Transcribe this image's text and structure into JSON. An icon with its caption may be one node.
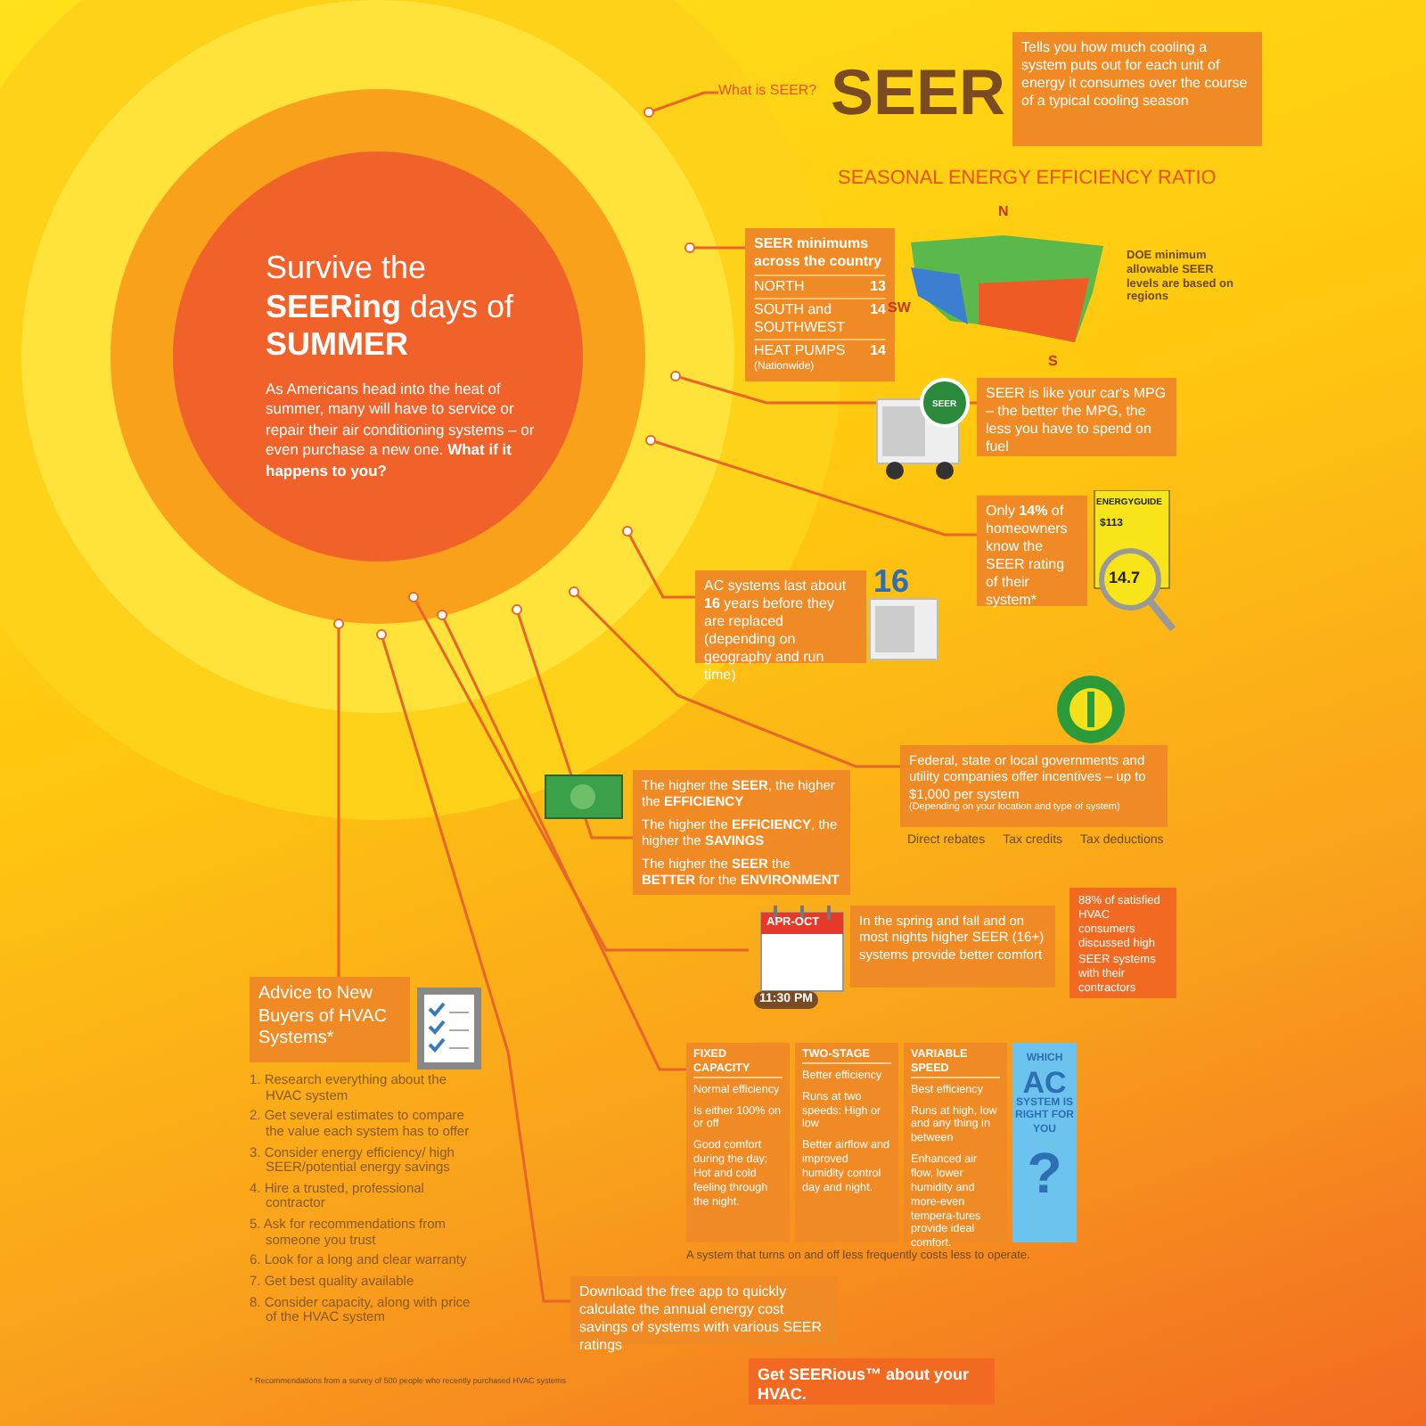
{
  "diagram": {
    "nodes": [
      {
        "text": [
          "Survive the **SEERing** days of **SUMMER**",
          "As Americans head into the heat of summer, many will have to service or repair their air conditioning systems – or even purchase a new one. **What if it happens to you?**"
        ]
      },
      {
        "text": [
          "What is SEER?"
        ]
      },
      {
        "text": [
          "Tells you how much cooling a system puts out for each unit of energy it consumes over the course of a typical cooling season"
        ]
      },
      {
        "text": [
          "SEER minimums across the country",
          "NORTH",
          "13",
          "SOUTH and SOUTHWEST",
          "14",
          "HEAT PUMPS",
          "14",
          "(Nationwide)"
        ]
      },
      {
        "text": [
          "SEER is like your car's MPG – the better the MPG, the less you have to spend on fuel"
        ]
      },
      {
        "text": [
          "Only **14%** of homeowners know the SEER rating of their system*"
        ]
      },
      {
        "text": [
          "AC systems last about **16** years before they are replaced (depending on geography and run time)"
        ]
      },
      {
        "text": [
          "Federal, state or local governments and utility companies offer incentives – up to $1,000 per system",
          "(Depending on your location and type of system)"
        ],
        "beside": [
          "Direct rebates",
          "Tax credits",
          "Tax deductions"
        ]
      },
      {
        "text": [
          "The higher the **SEER**, the higher the **EFFICIENCY**",
          "The higher the **EFFICIENCY**, the higher the **SAVINGS**",
          "The higher the **SEER** the **BETTER** for the **ENVIRONMENT**"
        ]
      },
      {
        "text": [
          "In the spring and fall and on most nights higher SEER (16+) systems provide better comfort"
        ]
      },
      {
        "text": [
          "88% of satisfied HVAC consumers discussed high SEER systems with their contractors"
        ]
      },
      {
        "text": [
          "FIXED CAPACITY",
          "Normal efficiency",
          "Is either 100% on or off",
          "Good comfort during the day; Hot and cold feeling through the night."
        ]
      },
      {
        "text": [
          "TWO-STAGE",
          "Better efficiency",
          "Runs at two speeds: High or low",
          "Better airflow and improved humidity control day and night."
        ]
      },
      {
        "text": [
          "VARIABLE SPEED",
          "Best efficiency",
          "Runs at high, low and any thing in between",
          "Enhanced air flow, lower humidity and more-even tempera-tures provide ideal comfort."
        ]
      },
      {
        "text": [
          "WHICH",
          "AC",
          "SYSTEM IS RIGHT FOR YOU",
          "?"
        ]
      },
      {
        "text": [
          "Advice to New Buyers of HVAC Systems*"
        ]
      },
      {
        "text": [
          "Download the free app to quickly calculate the annual energy cost savings of systems with various SEER ratings"
        ]
      },
      {
        "text": [
          "Get SEERious™ about your HVAC."
        ]
      }
    ],
    "edges": [
      {
        "from": null,
        "to": 1,
        "arrow": "other"
      },
      {
        "from": null,
        "to": 3,
        "arrow": "other"
      },
      {
        "from": null,
        "to": 4,
        "arrow": "other"
      },
      {
        "from": null,
        "to": 5,
        "arrow": "other"
      },
      {
        "from": null,
        "to": 6,
        "arrow": "other"
      },
      {
        "from": null,
        "to": 7,
        "arrow": "other"
      },
      {
        "from": null,
        "to": 8,
        "arrow": "other"
      },
      {
        "from": null,
        "to": 9,
        "arrow": "other"
      },
      {
        "from": null,
        "to": 11,
        "arrow": "other"
      },
      {
        "from": null,
        "to": 15,
        "arrow": "other"
      },
      {
        "from": null,
        "to": 16,
        "arrow": "other"
      }
    ],
    "labels": [
      "SEER",
      "SEASONAL ENERGY EFFICIENCY RATIO",
      "N",
      "SW",
      "S",
      "DOE minimum allowable SEER levels are based on regions",
      "SEER",
      "ENERGYGUIDE",
      "$113",
      "14.7",
      "16",
      "APR-OCT",
      "11:30 PM",
      "A system that turns on and off less frequently costs less to operate.",
      "1. Research everything about the HVAC system",
      "2. Get several estimates to compare the value each system has to offer",
      "3. Consider energy efficiency/ high SEER/potential energy savings",
      "4. Hire a trusted, professional contractor",
      "5. Ask for recommendations from someone you trust",
      "6. Look for a long and clear warranty",
      "7. Get best quality available",
      "8. Consider capacity, along with price of the HVAC system",
      "* Recommendations from a survey of 500 people who recently purchased HVAC systems"
    ]
  }
}
